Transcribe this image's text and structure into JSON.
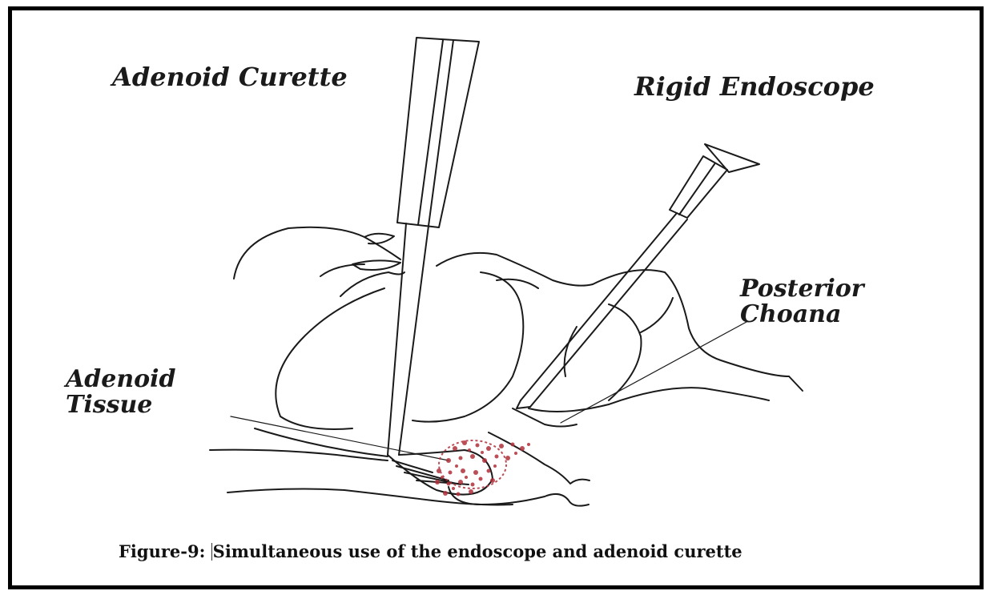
{
  "labels": {
    "adenoid_curette": "Adenoid Curette",
    "rigid_endoscope": "Rigid Endoscope",
    "posterior_choana": "Posterior Choana",
    "adenoid_tissue": "Adenoid Tissue"
  },
  "caption": {
    "prefix": "Figure-9: ",
    "text": "Simultaneous use of the endoscope and adenoid curette"
  },
  "colors": {
    "border": "#000000",
    "line": "#1a1a1a",
    "tissue": "#b0303a"
  }
}
